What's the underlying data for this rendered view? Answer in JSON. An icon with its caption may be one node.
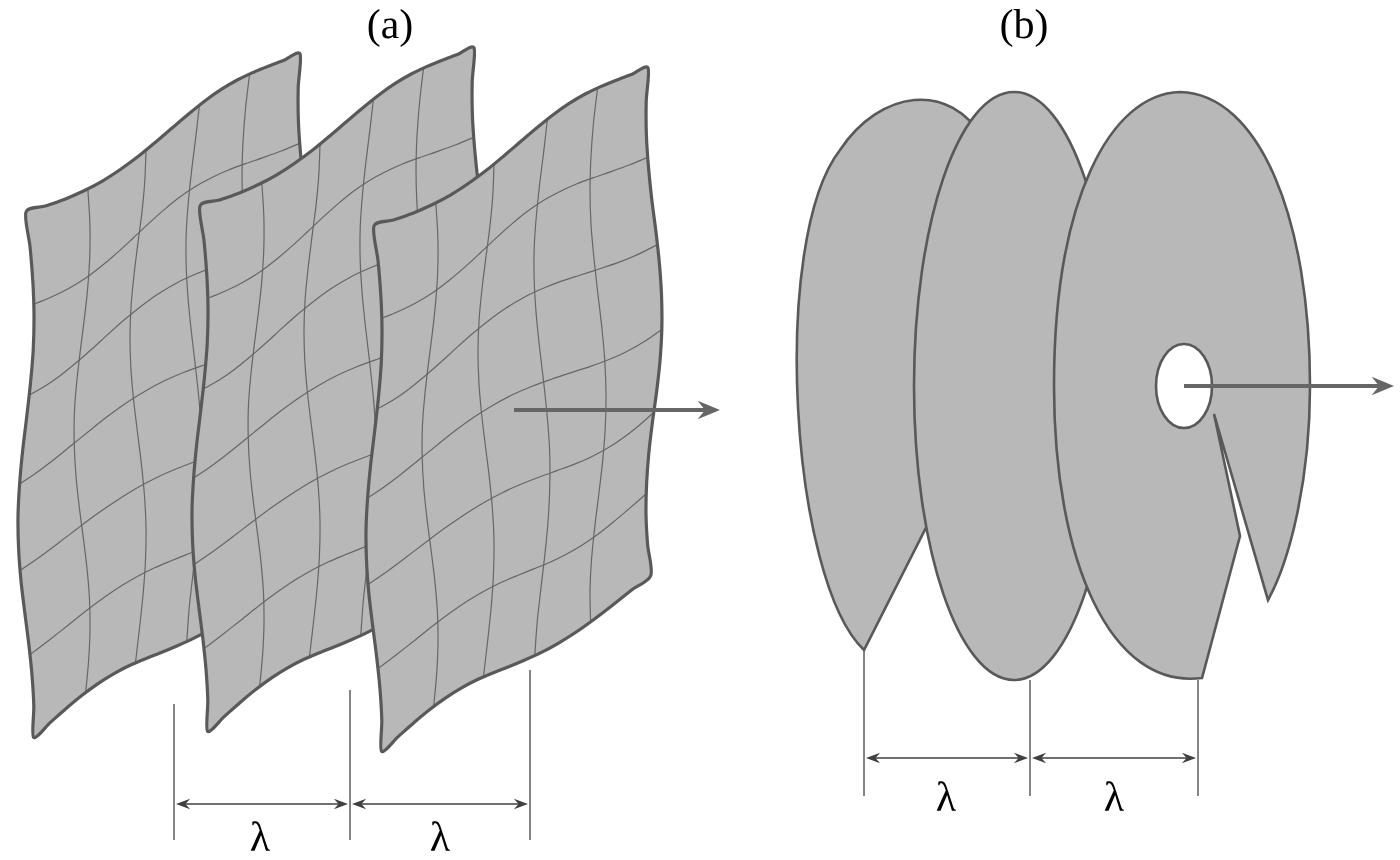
{
  "diagram": {
    "labels": [
      "(a)",
      "(b)",
      "λ",
      "λ",
      "λ",
      "λ"
    ]
  }
}
